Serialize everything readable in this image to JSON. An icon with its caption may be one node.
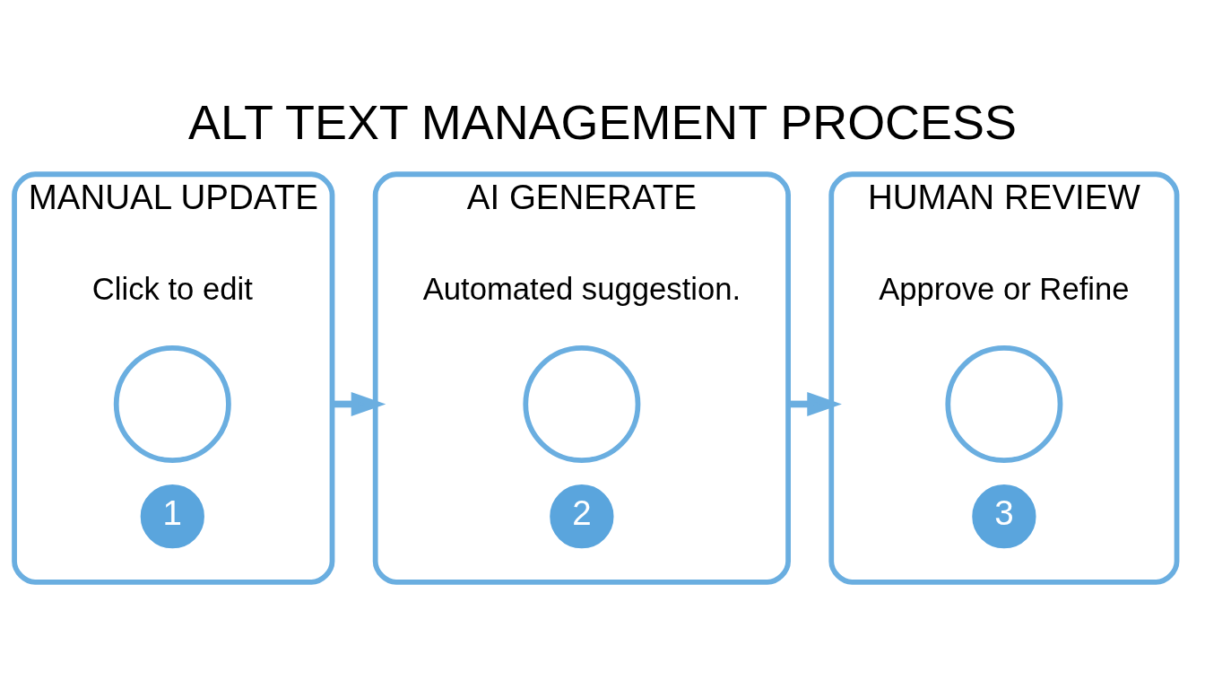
{
  "diagram": {
    "title": "ALT TEXT MANAGEMENT PROCESS",
    "nodes": [
      {
        "text": [
          "MANUAL UPDATE",
          "Click to edit"
        ]
      },
      {
        "text": [
          "1"
        ],
        "in": 0
      },
      {
        "text": [],
        "shape": "circle",
        "in": 0
      },
      {
        "text": [
          "AI GENERATE",
          "Automated suggestion."
        ]
      },
      {
        "text": [
          "2"
        ],
        "in": 3
      },
      {
        "text": [],
        "shape": "circle",
        "in": 3
      },
      {
        "text": [
          "HUMAN REVIEW",
          "Approve or Refine"
        ]
      },
      {
        "text": [
          "3"
        ],
        "in": 6
      },
      {
        "text": [],
        "shape": "circle",
        "in": 6
      }
    ],
    "edges": [
      {
        "from": 0,
        "to": 3,
        "arrow": "to"
      },
      {
        "from": 3,
        "to": 6,
        "arrow": "to"
      }
    ]
  }
}
